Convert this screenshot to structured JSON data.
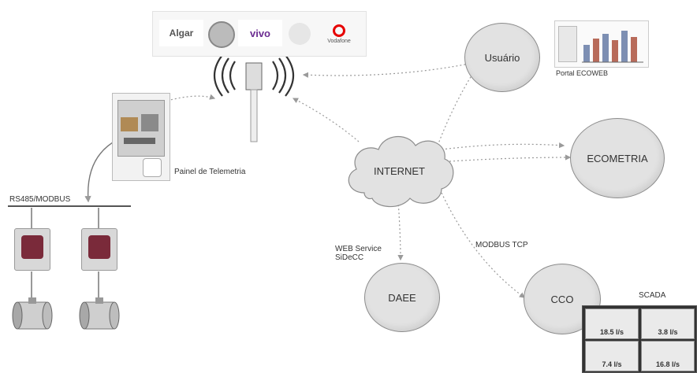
{
  "operators": {
    "algar": "Algar",
    "vivo": "vivo",
    "vodafone": "Vodafone"
  },
  "labels": {
    "telemetry_panel": "Painel de Telemetria",
    "bus": "RS485/MODBUS",
    "internet": "INTERNET",
    "usuario": "Usuário",
    "portal": "Portal ECOWEB",
    "ecometria": "ECOMETRIA",
    "modbus_tcp": "MODBUS TCP",
    "web_service_line1": "WEB Service",
    "web_service_line2": "SiDeCC",
    "daee": "DAEE",
    "cco": "CCO",
    "scada": "SCADA"
  },
  "scada_tiles": [
    {
      "value": "18.5 l/s"
    },
    {
      "value": "3.8 l/s"
    },
    {
      "value": "7.4 l/s"
    },
    {
      "value": "16.8 l/s"
    }
  ],
  "colors": {
    "node_fill": "#e2e2e2",
    "line": "#9a9a9a",
    "meter_face": "#7a2a3a",
    "vivo": "#6b2c91",
    "vodafone": "#e60000"
  },
  "icons": [
    "antenna-icon",
    "telemetry-panel-icon",
    "flow-meter-icon",
    "pipe-sensor-icon",
    "cloud-icon",
    "chart-icon"
  ]
}
